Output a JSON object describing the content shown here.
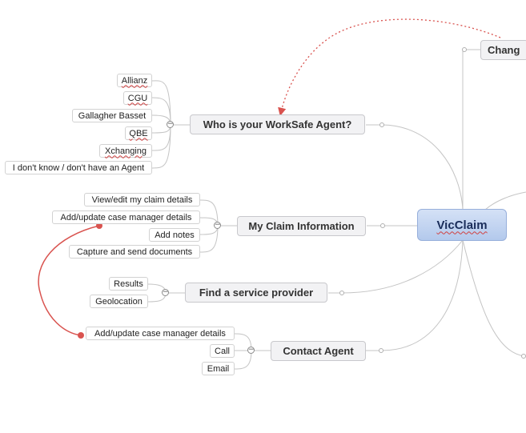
{
  "central": {
    "label": "VicClaim"
  },
  "topics": {
    "change": "Chang",
    "agent": "Who is your WorkSafe Agent?",
    "claim": "My Claim Information",
    "provider": "Find a service provider",
    "contact": "Contact Agent"
  },
  "agent_options": [
    "Allianz",
    "CGU",
    "Gallagher Basset",
    "QBE",
    "Xchanging",
    "I don't know / don't have an Agent"
  ],
  "claim_options": [
    "View/edit my claim details",
    "Add/update case manager details",
    "Add notes",
    "Capture and send documents"
  ],
  "provider_options": [
    "Results",
    "Geolocation"
  ],
  "contact_options": [
    "Add/update case manager details",
    "Call",
    "Email"
  ],
  "icons": {
    "collapse": "−"
  },
  "colors": {
    "relationship": "#d9534f",
    "connector": "#c4c4c4",
    "central_fill": "#c3d5f2"
  }
}
